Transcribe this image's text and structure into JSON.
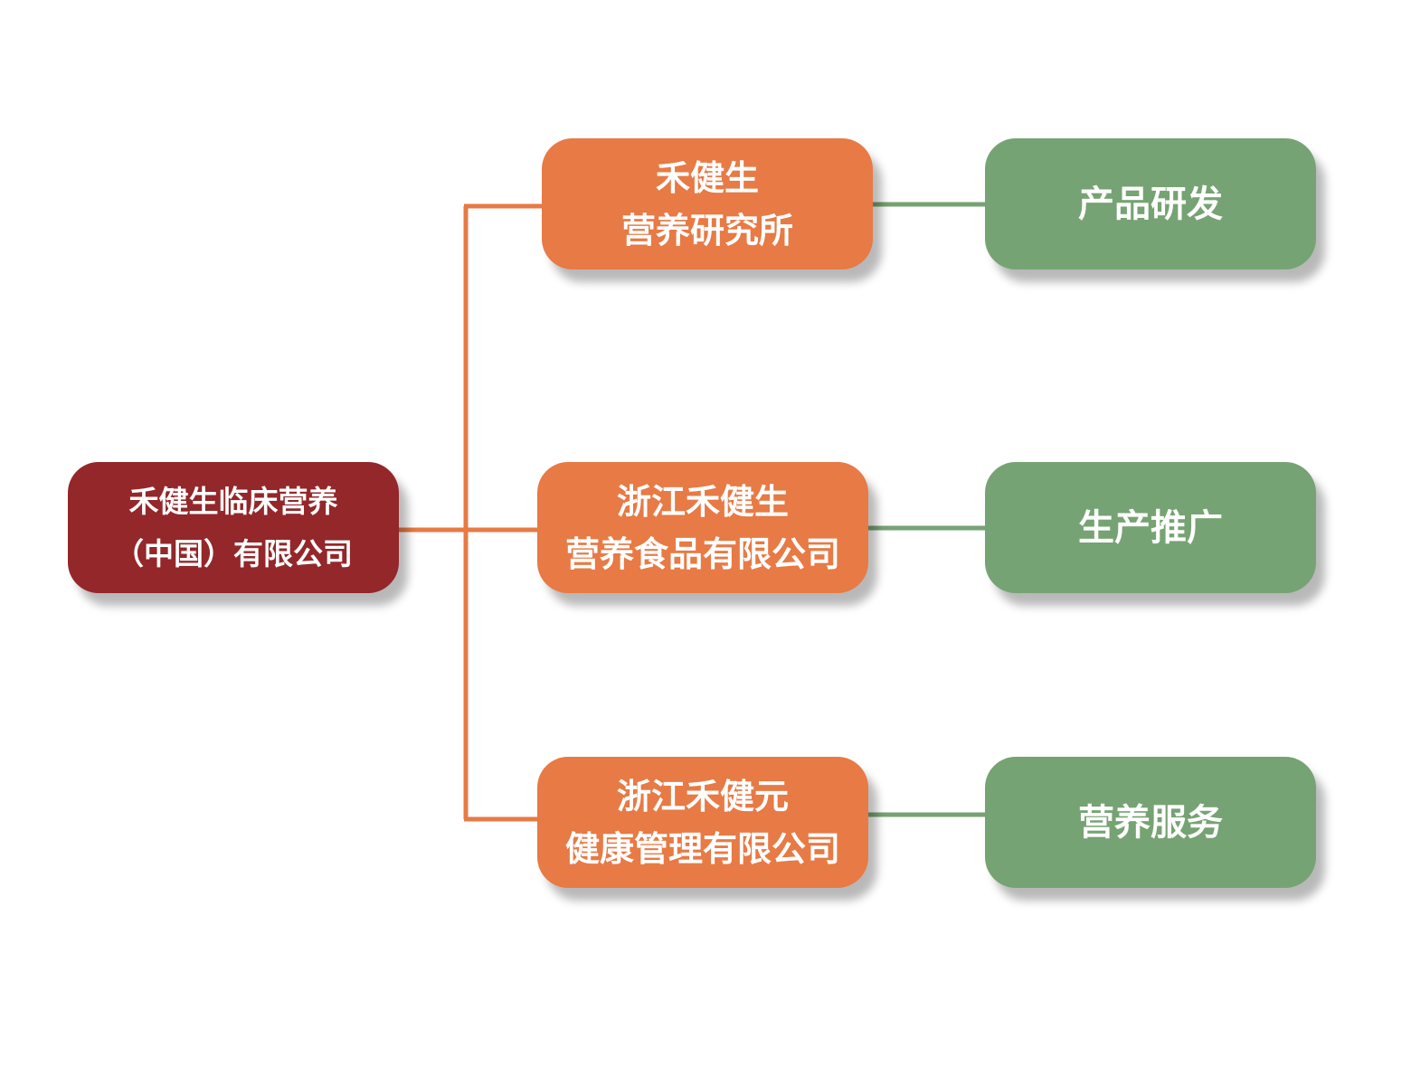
{
  "colors": {
    "root": "#93272a",
    "subsidiary": "#e77a45",
    "function": "#76a373",
    "connector_orange": "#e77a45",
    "connector_green": "#76a373"
  },
  "root": {
    "lines": [
      "禾健生临床营养",
      "（中国）有限公司"
    ]
  },
  "subsidiaries": [
    {
      "lines": [
        "禾健生",
        "营养研究所"
      ],
      "function": "产品研发"
    },
    {
      "lines": [
        "浙江禾健生",
        "营养食品有限公司"
      ],
      "function": "生产推广"
    },
    {
      "lines": [
        "浙江禾健元",
        "健康管理有限公司"
      ],
      "function": "营养服务"
    }
  ]
}
